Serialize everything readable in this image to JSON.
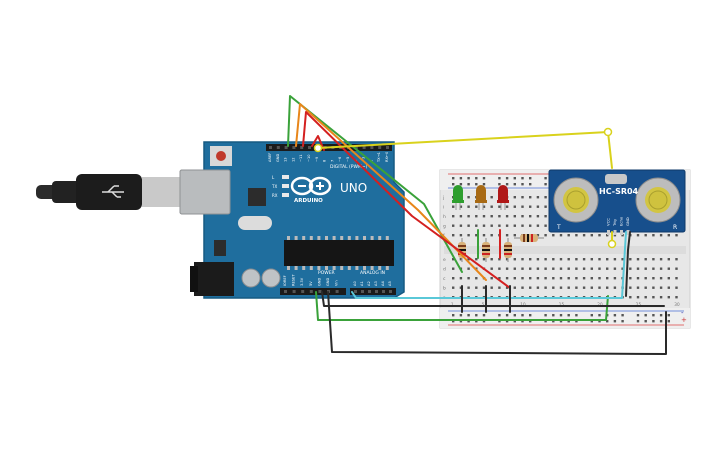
{
  "arduino": {
    "brand": "ARDUINO",
    "model": "UNO",
    "digital_label": "DIGITAL (PWM~)",
    "power_label": "POWER",
    "analog_label": "ANALOG IN",
    "led_labels": [
      "L",
      "TX",
      "RX"
    ],
    "digital_pins": [
      "AREF",
      "GND",
      "13",
      "12",
      "~11",
      "~10",
      "~9",
      "8",
      "7",
      "~6",
      "~5",
      "4",
      "~3",
      "2",
      "TX→1",
      "RX←0"
    ],
    "power_pins": [
      "IOREF",
      "RESET",
      "3.3V",
      "5V",
      "GND",
      "GND",
      "Vin"
    ],
    "analog_pins": [
      "A0",
      "A1",
      "A2",
      "A3",
      "A4",
      "A5"
    ]
  },
  "sensor": {
    "label": "HC-SR04",
    "left_mark": "T",
    "right_mark": "R",
    "pins": [
      "VCC",
      "Trig",
      "Echo",
      "GND"
    ]
  },
  "leds": [
    {
      "color": "#2e9e2e"
    },
    {
      "color": "#a86a14"
    },
    {
      "color": "#b01818"
    }
  ],
  "breadboard": {
    "row_letters": [
      "j",
      "i",
      "h",
      "g",
      "f",
      "e",
      "d",
      "c",
      "b",
      "a"
    ],
    "column_numbers": [
      "1",
      "5",
      "10",
      "15",
      "20",
      "25",
      "30"
    ],
    "rail_plus": "+",
    "rail_minus": "-"
  },
  "colors": {
    "board": "#1f6e9e",
    "sensor": "#174f8c",
    "wire_red": "#d42020",
    "wire_orange": "#e8861a",
    "wire_green": "#3aa23a",
    "wire_yellow": "#d9d21c",
    "wire_black": "#2a2a2a",
    "wire_cyan": "#5ac8d8"
  }
}
